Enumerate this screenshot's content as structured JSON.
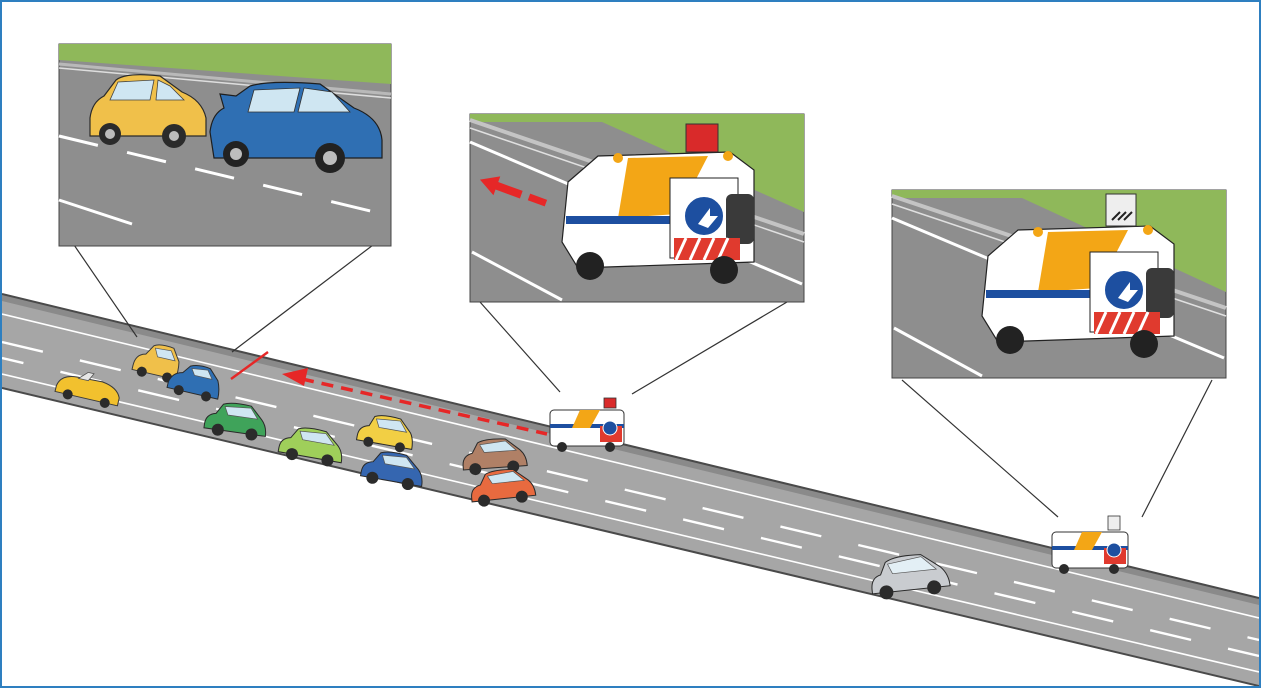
{
  "illustration": {
    "subject": "motorway-incident-traffic-management",
    "frame_color": "#2e7fc0",
    "road_color": "#a6a6a6",
    "road_edge_color": "#4a4a4a",
    "lane_marking_color": "#ffffff",
    "warning_arrow_color": "#e62727",
    "grass_color": "#8fb85a",
    "van_stripe_colors": [
      "#f3a616",
      "#1d4fa0",
      "#e03a2e"
    ],
    "inset_panels": [
      {
        "id": "incident",
        "content": "collision-yellow-and-blue-car"
      },
      {
        "id": "advance-warning",
        "content": "service-van-with-red-arrow-display"
      },
      {
        "id": "upstream-warning",
        "content": "service-van-with-arrow-board"
      }
    ],
    "vehicles_on_road": [
      {
        "type": "convertible",
        "color": "#f2c12e"
      },
      {
        "type": "hatchback",
        "color": "#f0c04a"
      },
      {
        "type": "hatchback",
        "color": "#2f6fb3"
      },
      {
        "type": "hatchback",
        "color": "#3fa35a"
      },
      {
        "type": "hatchback",
        "color": "#9fcf5a"
      },
      {
        "type": "hatchback",
        "color": "#f2cf44"
      },
      {
        "type": "hatchback",
        "color": "#3566b0"
      },
      {
        "type": "hatchback",
        "color": "#b08066"
      },
      {
        "type": "hatchback",
        "color": "#e86a3f"
      },
      {
        "type": "service-van",
        "color": "#ffffff"
      },
      {
        "type": "service-van",
        "color": "#ffffff"
      },
      {
        "type": "minivan",
        "color": "#c9ccd0"
      }
    ]
  }
}
